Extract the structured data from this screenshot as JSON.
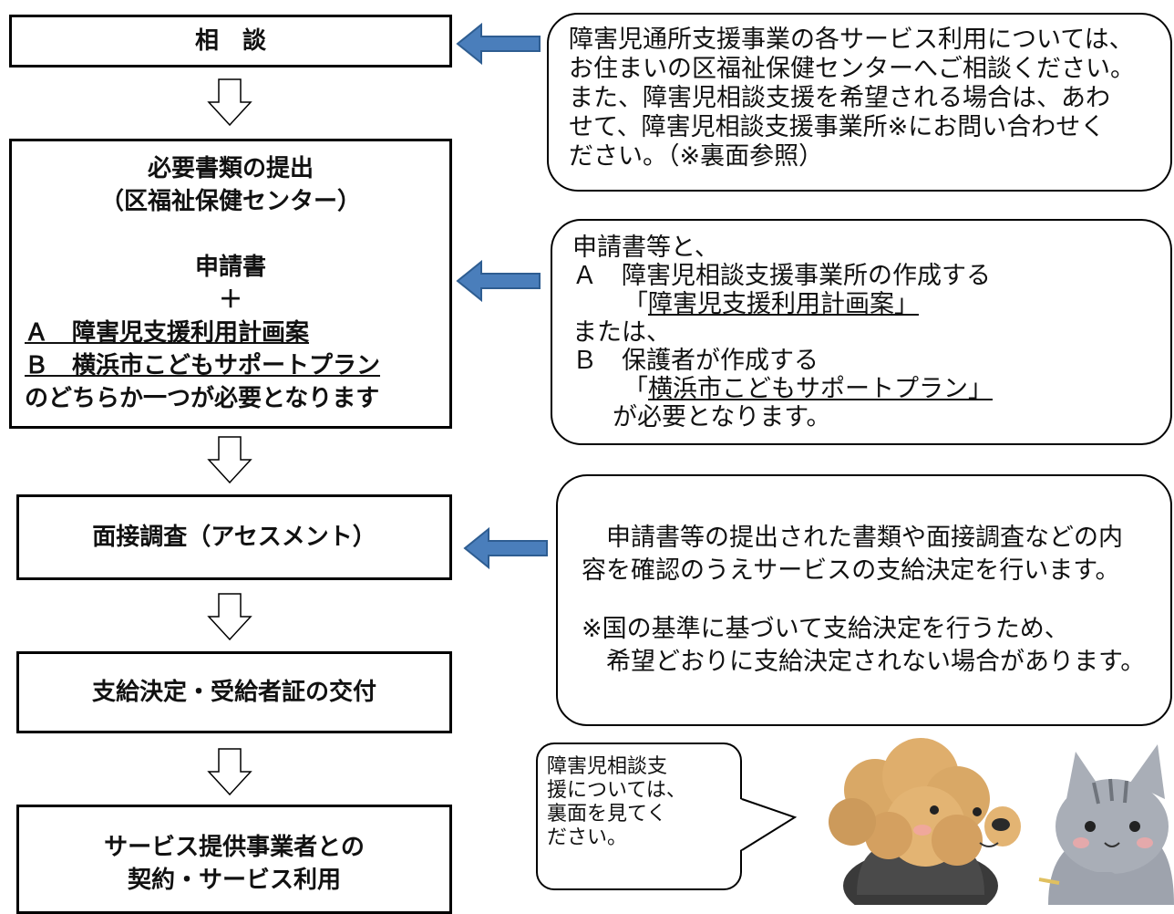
{
  "flow": {
    "step1": "相　談",
    "step2": {
      "line1": "必要書類の提出",
      "line2": "（区福祉保健センター）",
      "line3": "申請書",
      "plus": "＋",
      "optA": "Ａ　障害児支援利用計画案",
      "optB": "Ｂ　横浜市こどもサポートプラン",
      "line_last": "のどちらか一つが必要となります"
    },
    "step3": "面接調査（アセスメント）",
    "step4": "支給決定・受給者証の交付",
    "step5": {
      "line1": "サービス提供事業者との",
      "line2": "契約・サービス利用"
    }
  },
  "notes": {
    "note1": [
      "障害児通所支援事業の各サービス利用については、",
      "お住まいの区福祉保健センターへご相談ください。",
      "また、障害児相談支援を希望される場合は、あわ",
      "せて、障害児相談支援事業所※にお問い合わせく",
      "ださい。（※裏面参照）"
    ],
    "note2": {
      "l1": "申請書等と、",
      "l2": "Ａ　障害児相談支援事業所の作成する",
      "l3_open": "「",
      "l3_text": "障害児支援利用計画案」",
      "l4": "または、",
      "l5": "Ｂ　保護者が作成する",
      "l6_open": "「",
      "l6_text": "横浜市こどもサポートプラン」",
      "l7": "が必要となります。"
    },
    "note3": {
      "l1": "申請書等の提出された書類や面接調査などの内",
      "l2": "容を確認のうえサービスの支給決定を行います。",
      "l3": "※国の基準に基づいて支給決定を行うため、",
      "l4": "希望どおりに支給決定されない場合があります。"
    }
  },
  "bubble": [
    "障害児相談支",
    "援については、",
    "裏面を見てく",
    "ださい。"
  ],
  "colors": {
    "arrow_fill": "#4a7ebb",
    "arrow_stroke": "#2e5d91",
    "border": "#000000"
  }
}
